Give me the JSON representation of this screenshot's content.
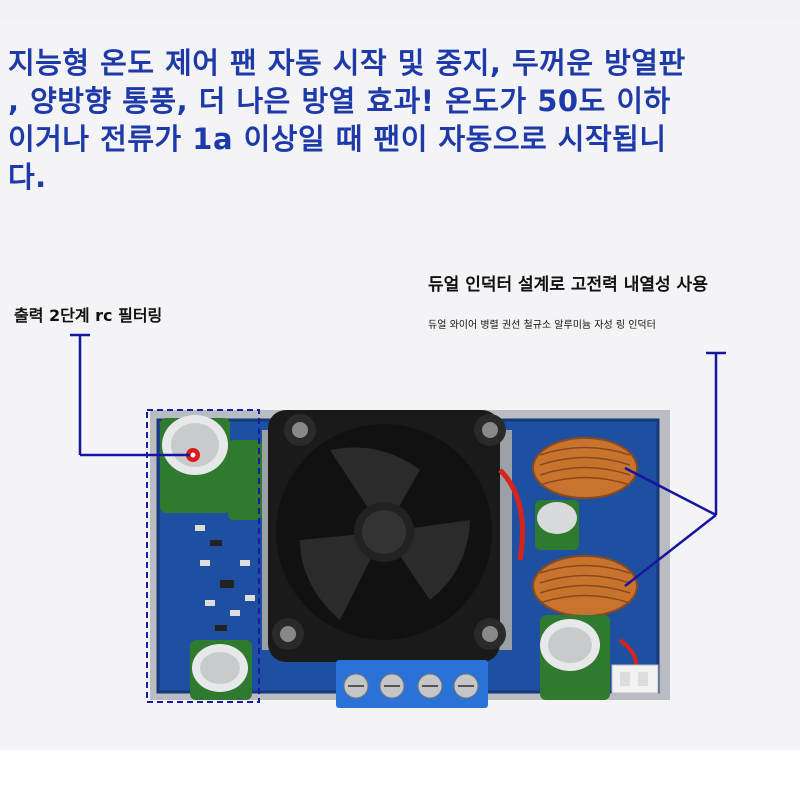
{
  "headline": {
    "lines": [
      "지능형 온도 제어 팬 자동 시작 및 중지, 두꺼운 방열판",
      ", 양방향 통풍, 더 나은 방열 효과! 온도가 50도 이하",
      "이거나 전류가 1a 이상일 때 팬이 자동으로 시작됩니",
      "다."
    ]
  },
  "callouts": {
    "left": {
      "title": "출력 2단계 rc 필터링"
    },
    "right": {
      "title": "듀얼 인덕터 설계로 고전력 내열성 사용",
      "subtitle": "듀얼 와이어 병렬 권선 철규소 알루미늄 자성 링 인덕터"
    }
  },
  "colors": {
    "headline": "#1e3aa8",
    "callout_line": "#1515a0",
    "pcb_blue": "#1f4fa0",
    "fan": "#1a1a1a",
    "capacitor_green": "#2f7a2e",
    "inductor_copper": "#c8732e",
    "terminal_blue": "#2a72d8"
  }
}
